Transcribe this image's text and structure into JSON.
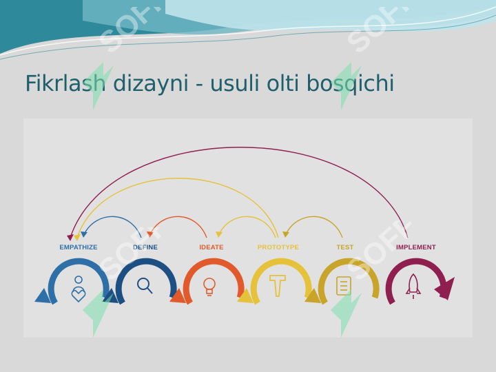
{
  "slide": {
    "title": "Fikrlash dizayni - usuli olti bosqichi"
  },
  "diagram": {
    "stages": [
      {
        "label": "EMPATHIZE",
        "color": "#2d6fa6",
        "icon": "heart-person-icon"
      },
      {
        "label": "DEFINE",
        "color": "#1d4f82",
        "icon": "magnifier-icon"
      },
      {
        "label": "IDEATE",
        "color": "#e05a2b",
        "icon": "lightbulb-icon"
      },
      {
        "label": "PROTOTYPE",
        "color": "#e6c13a",
        "icon": "tool-icon"
      },
      {
        "label": "TEST",
        "color": "#c8a52a",
        "icon": "checklist-icon"
      },
      {
        "label": "IMPLEMENT",
        "color": "#8e1f4f",
        "icon": "rocket-icon"
      }
    ]
  },
  "watermark": {
    "text": "SOFF",
    "color": "#7ee0b0"
  },
  "colors": {
    "title": "#1f5f6b",
    "background": "#d9d9d9",
    "wave_dark": "#2e8a9a",
    "wave_light": "#bfe3ea"
  }
}
